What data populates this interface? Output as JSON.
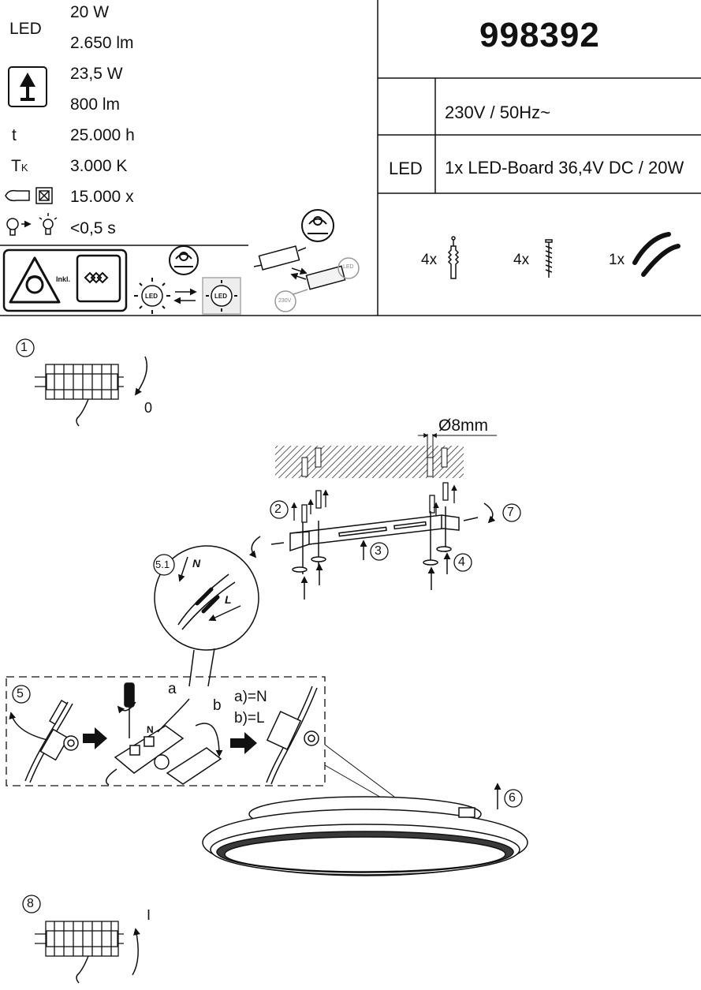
{
  "specs": {
    "led_label": "LED",
    "led_power": "20 W",
    "led_flux": "2.650 lm",
    "equiv_power": "23,5 W",
    "equiv_flux": "800 lm",
    "life_symbol": "t",
    "life_value": "25.000 h",
    "tk_symbol": "T",
    "tk_sub": "K",
    "tk_value": "3.000 K",
    "switch_cycles": "15.000 x",
    "startup_time": "<0,5 s"
  },
  "badges": {
    "inkl": "Inkl.",
    "led_small": "LED",
    "led_driver": "LED",
    "v230": "230V"
  },
  "header": {
    "article_number": "998392",
    "voltage": "230V / 50Hz~",
    "led_label": "LED",
    "led_board": "1x LED-Board 36,4V DC / 20W"
  },
  "parts": {
    "dowel_qty": "4x",
    "screw_qty": "4x",
    "cable_qty": "1x"
  },
  "steps": {
    "s1": "1",
    "s1_switch": "0",
    "drill": "Ø8mm",
    "s2": "2",
    "s3": "3",
    "s4": "4",
    "s5": "5",
    "s51": "5.1",
    "s6": "6",
    "s7": "7",
    "s8": "8",
    "s8_switch": "I",
    "wire_a": "a",
    "wire_b": "b",
    "wire_N": "N",
    "wire_L": "L",
    "term_N": "N",
    "assign_a": "a)=N",
    "assign_b": "b)=L"
  }
}
